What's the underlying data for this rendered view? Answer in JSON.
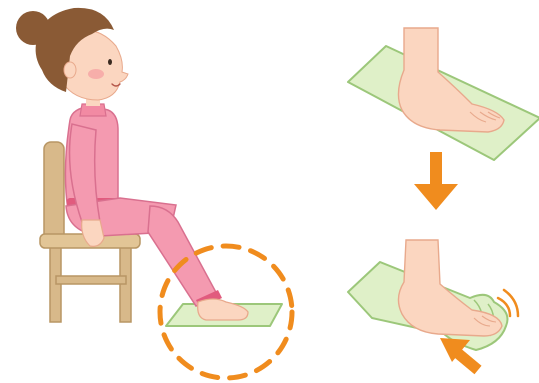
{
  "illustration": {
    "subject": "woman-seated-on-chair-towel-gather-foot-exercise",
    "steps": [
      "foot-flat-on-towel",
      "toes-gathering-towel"
    ],
    "icons": [
      "chair-icon",
      "towel-icon",
      "foot-icon",
      "arrow-down-icon",
      "arrow-diagonal-icon",
      "dashed-circle-highlight-icon"
    ]
  },
  "colors": {
    "skin": "#fbd6c0",
    "skin_shadow": "#f3b8a0",
    "hair": "#8a5a35",
    "outfit_pink": "#f49ab0",
    "outfit_dark_pink": "#e15b7e",
    "chair_wood": "#d8b98a",
    "towel_green": "#dff0c8",
    "towel_edge": "#9cc77a",
    "accent_orange": "#f08c1e"
  }
}
